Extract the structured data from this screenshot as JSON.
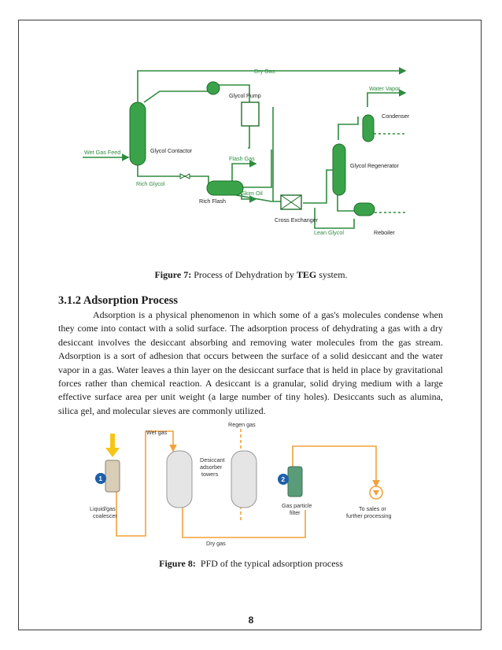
{
  "figure7": {
    "caption_label": "Figure 7:",
    "caption_text_pre": " Process of Dehydration by ",
    "caption_bold": "TEG",
    "caption_text_post": " system.",
    "labels": {
      "dry_gas": "Dry Gas",
      "glycol_pump": "Glycol Pump",
      "water_vapor": "Water Vapor",
      "condenser": "Condenser",
      "wet_gas_feed": "Wet Gas Feed",
      "glycol_contactor": "Glycol Contactor",
      "flash_gas": "Flash Gas",
      "glycol_regenerator": "Glycol Regenerator",
      "rich_glycol": "Rich Glycol",
      "skim_oil": "Skim Oil",
      "rich_flash": "Rich Flash",
      "cross_exchanger": "Cross Exchanger",
      "lean_glycol": "Lean Glycol",
      "reboiler": "Reboiler"
    },
    "colors": {
      "pipe": "#2e8b3e",
      "vessel": "#3aa34a",
      "vessel_dark": "#1f6e2b"
    }
  },
  "section": {
    "heading": "3.1.2 Adsorption Process",
    "paragraph": "Adsorption is a physical phenomenon in which some of a gas's molecules condense when they come into contact with a solid surface. The adsorption process of dehydrating a gas with a dry desiccant involves the desiccant absorbing and removing water molecules from the gas stream. Adsorption is a sort of adhesion that occurs between the surface of a solid desiccant and the water vapor in a gas. Water leaves a thin layer on the desiccant surface that is held in place by gravitational forces rather than chemical reaction. A desiccant is a granular, solid drying medium with a large effective surface area per unit weight (a large number of tiny holes). Desiccants such as alumina, silica gel, and molecular sieves are commonly utilized."
  },
  "figure8": {
    "caption_label": "Figure 8:",
    "caption_text": "  PFD of the typical adsorption process",
    "labels": {
      "wet_gas": "Wet gas",
      "regen_gas": "Regen gas",
      "desiccant_l1": "Desiccant",
      "desiccant_l2": "adsorber",
      "desiccant_l3": "towers",
      "coalescer_l1": "Liquid/gas",
      "coalescer_l2": "coalescer",
      "filter_l1": "Gas particle",
      "filter_l2": "filter",
      "sales_l1": "To sales or",
      "sales_l2": "further processing",
      "dry_gas": "Dry gas",
      "num1": "1",
      "num2": "2"
    },
    "colors": {
      "flow": "#f2a23c",
      "feed_arrow": "#f5c518",
      "badge": "#1e5fa8",
      "filter": "#5a9c7a"
    }
  },
  "page_number": "8"
}
